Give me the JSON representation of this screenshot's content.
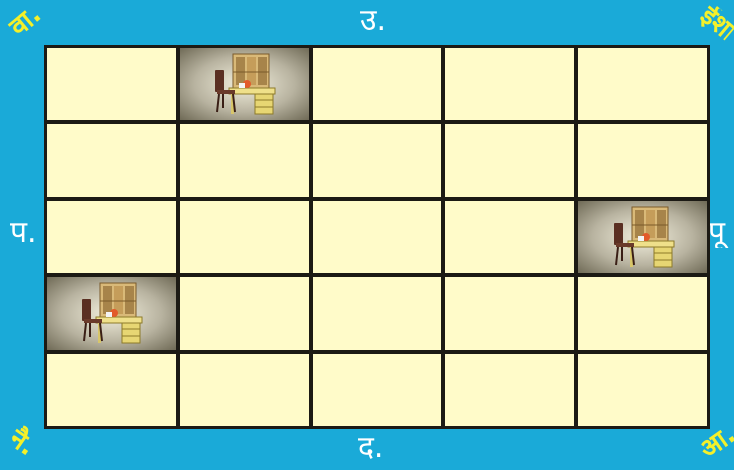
{
  "directions": {
    "north": "उ.",
    "south": "द.",
    "west": "प.",
    "east": "पू"
  },
  "corners": {
    "top_left": "वा.",
    "top_right": "ईशा.",
    "bottom_left": "नै.",
    "bottom_right": "आ."
  },
  "grid": {
    "rows": 5,
    "cols": 5,
    "desk_cells": [
      {
        "row": 1,
        "col": 2
      },
      {
        "row": 3,
        "col": 5
      },
      {
        "row": 4,
        "col": 1
      }
    ]
  },
  "icons": {
    "desk": "desk-chair-icon"
  },
  "colors": {
    "border": "#1aaad8",
    "cell": "#fffbc9",
    "grid_lines": "#1c1a14",
    "corner_text": "#f4f02a",
    "direction_text": "#ffffff"
  }
}
